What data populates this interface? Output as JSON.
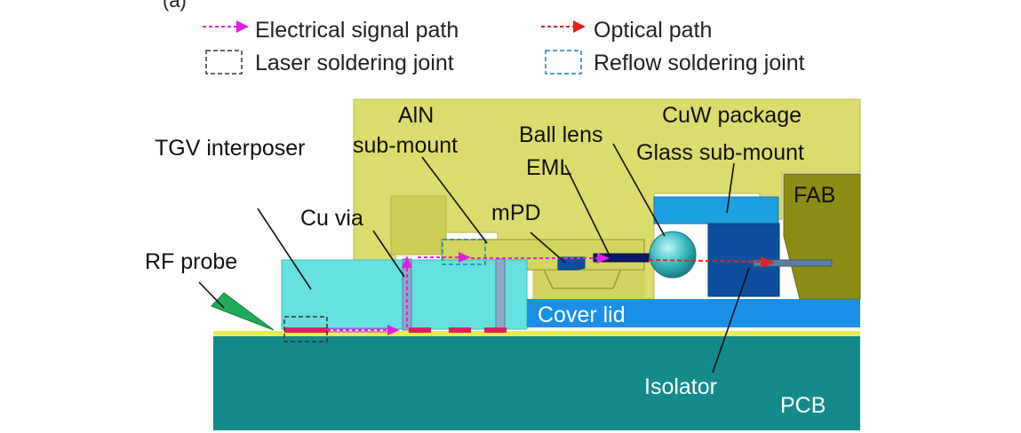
{
  "panel_label": "(a)",
  "legend": {
    "electrical_signal_path": "Electrical signal path",
    "optical_path": "Optical path",
    "laser_soldering_joint": "Laser soldering joint",
    "reflow_soldering_joint": "Reflow soldering joint"
  },
  "labels": {
    "cuw_package": "CuW package",
    "aln_line1": "AlN",
    "aln_line2": "sub-mount",
    "ball_lens": "Ball lens",
    "glass_submount": "Glass sub-mount",
    "tgv_interposer": "TGV interposer",
    "eml": "EML",
    "fab": "FAB",
    "cu_via": "Cu via",
    "mpd": "mPD",
    "rf_probe": "RF probe",
    "cover_lid": "Cover lid",
    "isolator": "Isolator",
    "pcb": "PCB"
  },
  "colors": {
    "package": "#dcdc6e",
    "interposer": "#66e0e0",
    "pcb": "#138a8c",
    "cover_lid": "#1a8fe6",
    "glass_submount": "#1da0e0",
    "isolator": "#0d4f9e",
    "fab": "#8c8c14",
    "rf_probe": "#1faa5a",
    "electrical_path": "#e020e0",
    "optical_path": "#e02020",
    "solder_strip": "#e8ec50"
  }
}
